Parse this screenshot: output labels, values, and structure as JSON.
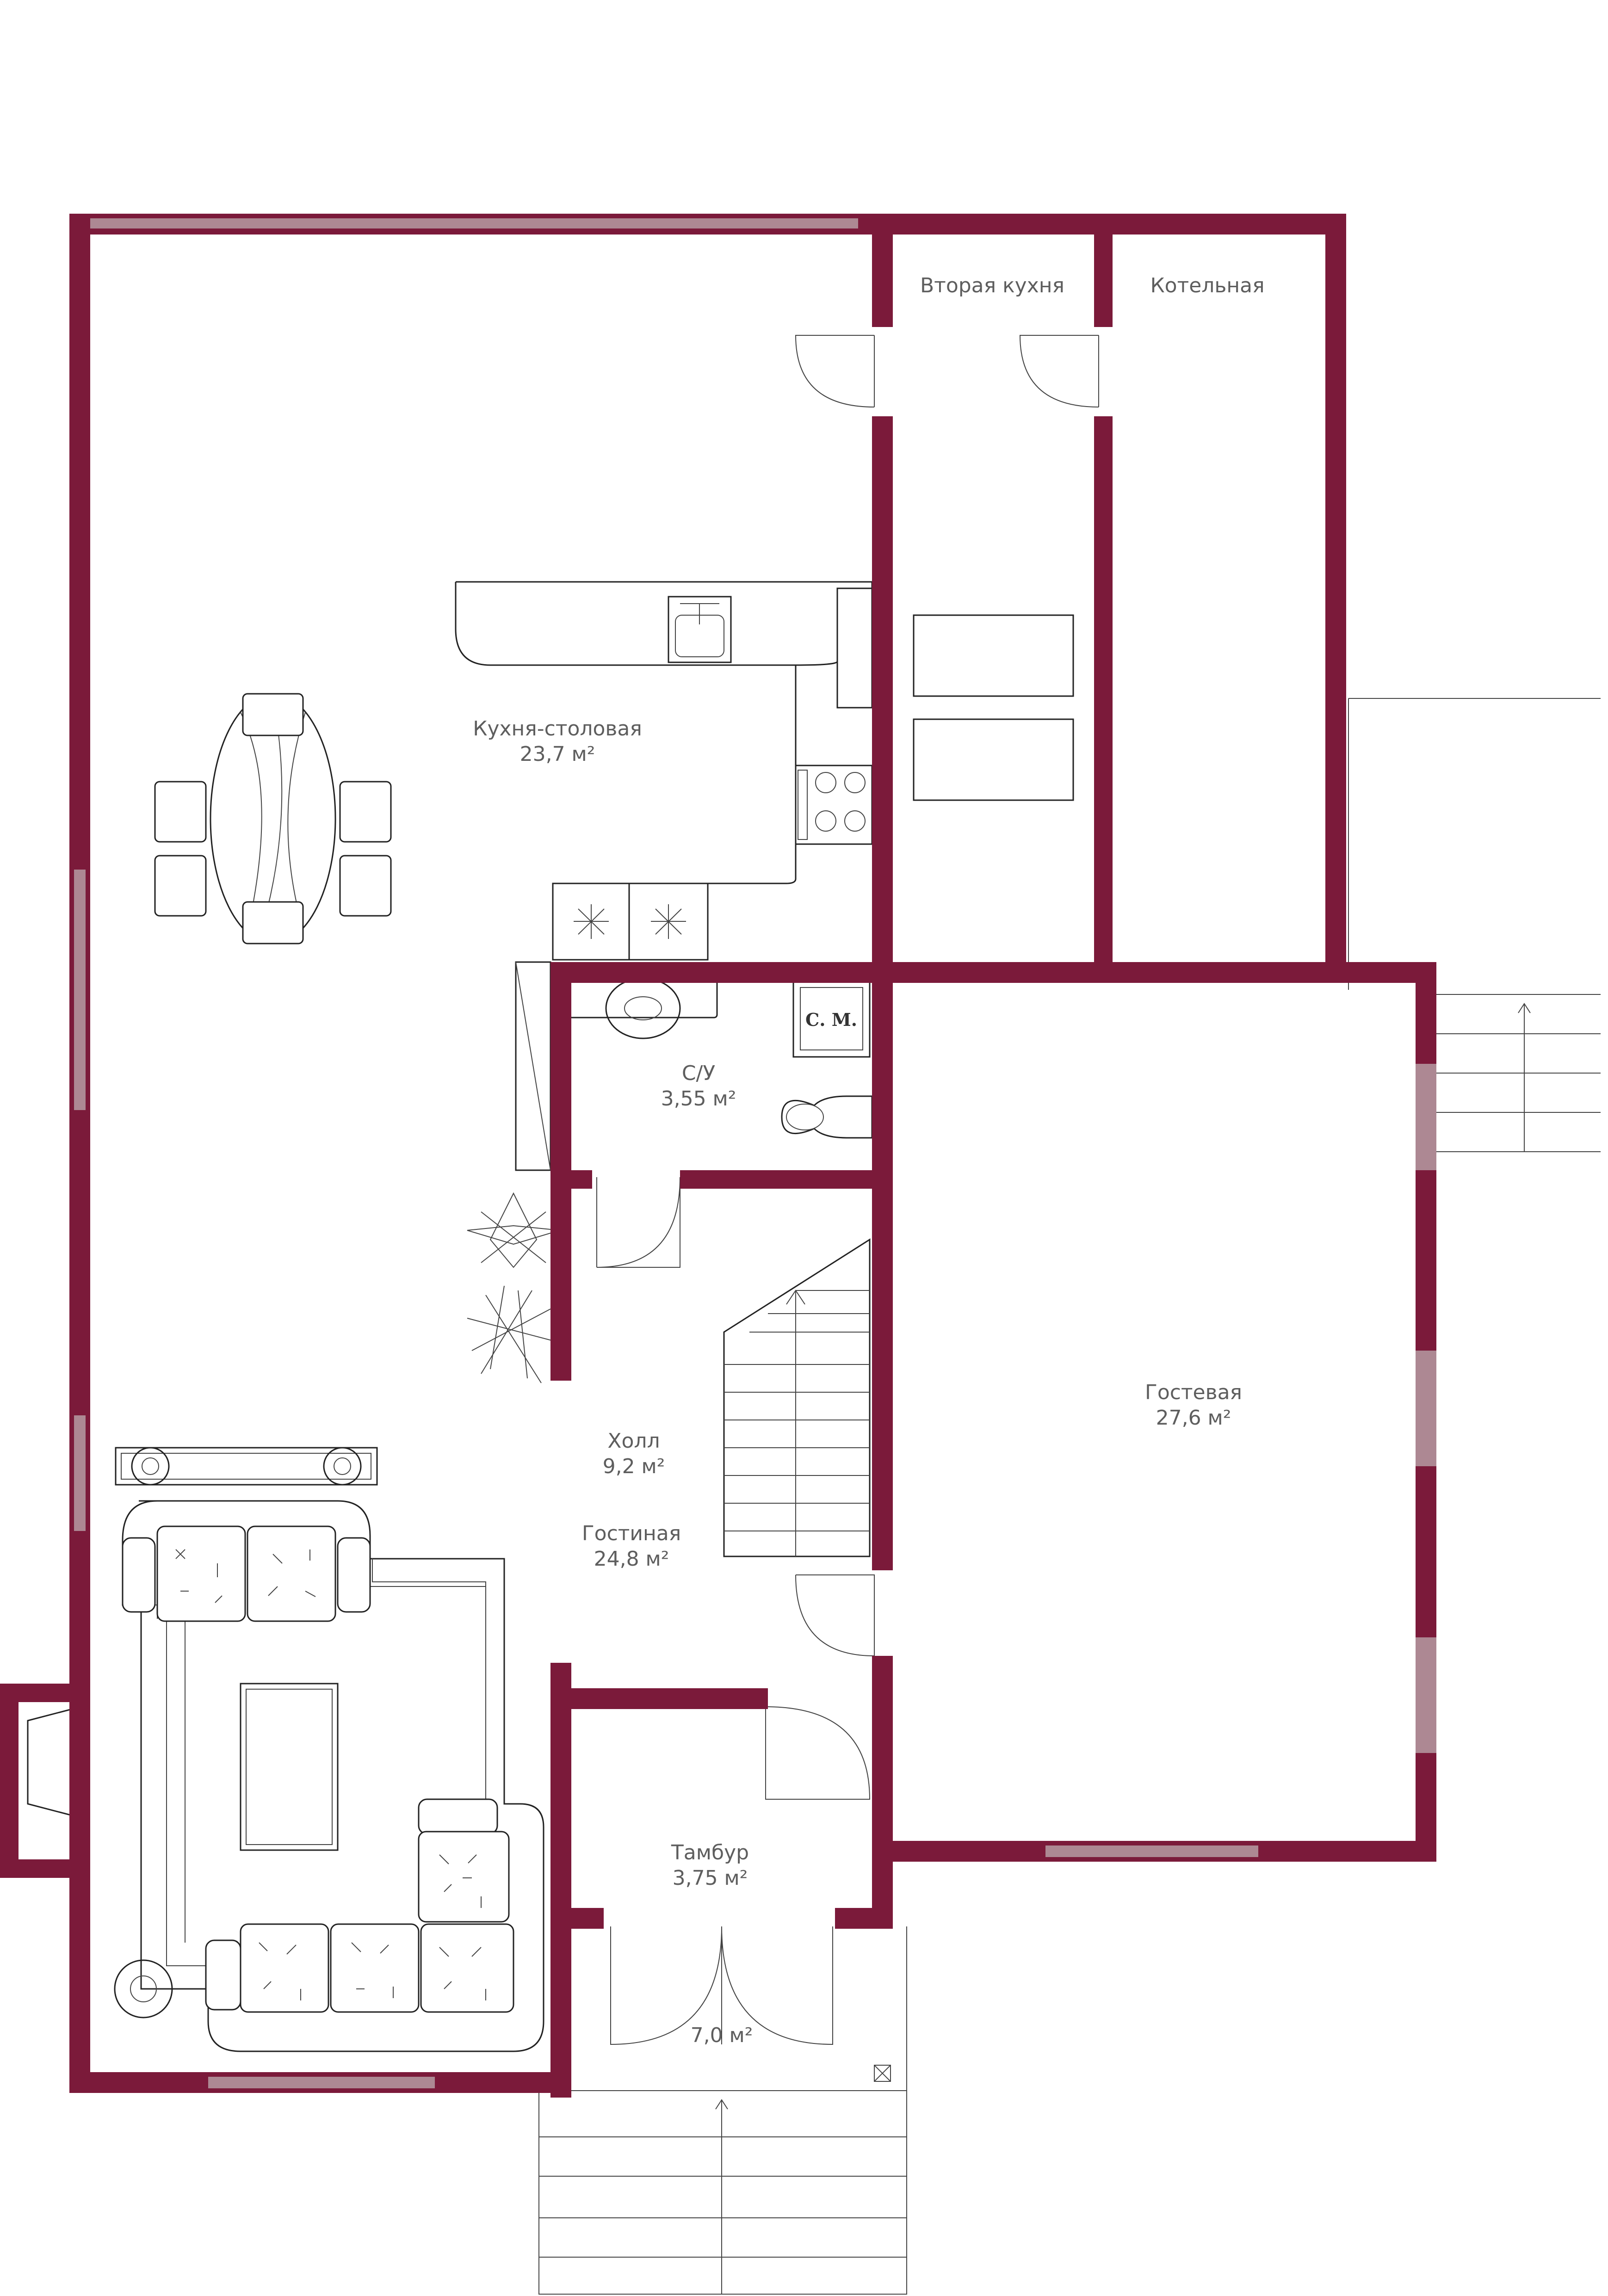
{
  "colors": {
    "wall": "#7b1a3a",
    "window": "#ad8893",
    "line": "#222222",
    "label": "#5e5e5e"
  },
  "rooms": {
    "second_kitchen": {
      "name": "Вторая кухня"
    },
    "boiler_room": {
      "name": "Котельная"
    },
    "kitchen_dining": {
      "name": "Кухня-столовая",
      "area": "23,7 м²"
    },
    "bathroom": {
      "name": "С/У",
      "area": "3,55 м²"
    },
    "hall": {
      "name": "Холл",
      "area": "9,2 м²"
    },
    "living_room": {
      "name": "Гостиная",
      "area": "24,8 м²"
    },
    "guest_room": {
      "name": "Гостевая",
      "area": "27,6 м²"
    },
    "vestibule": {
      "name": "Тамбур",
      "area": "3,75 м²"
    },
    "porch": {
      "area": "7,0 м²"
    }
  },
  "fixtures": {
    "washing_machine": "С. М."
  }
}
